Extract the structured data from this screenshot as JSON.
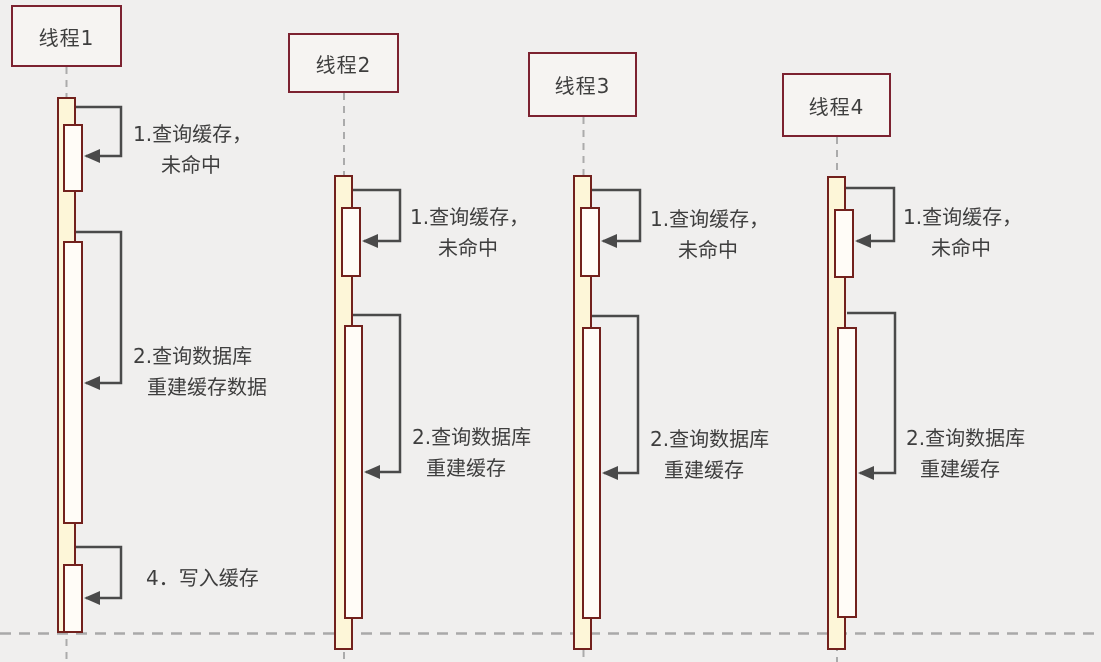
{
  "diagram": {
    "type": "sequence-diagram",
    "background": "#f0efee",
    "colors": {
      "bar_border": "#72211d",
      "bar_fill": "#fdf6d8",
      "inner_bar_fill": "#fffcf7",
      "header_border": "#7c2230",
      "header_fill": "#f6f4f2",
      "arrow": "#4a4a4a",
      "text": "#3e3e3e",
      "lifeline": "#ababab"
    },
    "threads": [
      {
        "name": "线程1",
        "messages": [
          {
            "lines": [
              "1.查询缓存，",
              "未命中"
            ]
          },
          {
            "lines": [
              "2.查询数据库",
              "重建缓存数据"
            ]
          },
          {
            "lines": [
              "4．写入缓存",
              ""
            ]
          }
        ]
      },
      {
        "name": "线程2",
        "messages": [
          {
            "lines": [
              "1.查询缓存，",
              "未命中"
            ]
          },
          {
            "lines": [
              "2.查询数据库",
              "重建缓存"
            ]
          }
        ]
      },
      {
        "name": "线程3",
        "messages": [
          {
            "lines": [
              "1.查询缓存，",
              "未命中"
            ]
          },
          {
            "lines": [
              "2.查询数据库",
              "重建缓存"
            ]
          }
        ]
      },
      {
        "name": "线程4",
        "messages": [
          {
            "lines": [
              "1.查询缓存，",
              "未命中"
            ]
          },
          {
            "lines": [
              "2.查询数据库",
              "重建缓存"
            ]
          }
        ]
      }
    ]
  }
}
